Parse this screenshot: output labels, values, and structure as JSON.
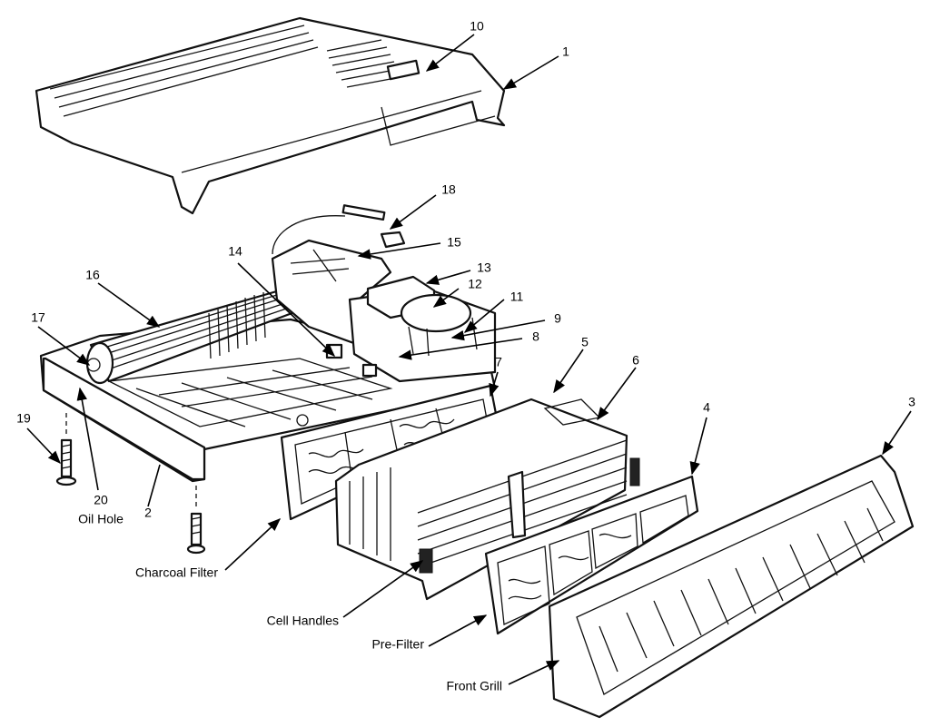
{
  "callouts": [
    {
      "id": "1",
      "label": "1"
    },
    {
      "id": "2",
      "label": "2"
    },
    {
      "id": "3",
      "label": "3"
    },
    {
      "id": "4",
      "label": "4"
    },
    {
      "id": "5",
      "label": "5"
    },
    {
      "id": "6",
      "label": "6"
    },
    {
      "id": "7",
      "label": "7"
    },
    {
      "id": "8",
      "label": "8"
    },
    {
      "id": "9",
      "label": "9"
    },
    {
      "id": "10",
      "label": "10"
    },
    {
      "id": "11",
      "label": "11"
    },
    {
      "id": "12",
      "label": "12"
    },
    {
      "id": "13",
      "label": "13"
    },
    {
      "id": "14",
      "label": "14"
    },
    {
      "id": "15",
      "label": "15"
    },
    {
      "id": "16",
      "label": "16"
    },
    {
      "id": "17",
      "label": "17"
    },
    {
      "id": "18",
      "label": "18"
    },
    {
      "id": "19",
      "label": "19"
    },
    {
      "id": "20",
      "label": "20"
    }
  ],
  "labels": {
    "oil_hole": "Oil Hole",
    "charcoal_filter": "Charcoal Filter",
    "cell_handles": "Cell Handles",
    "pre_filter": "Pre-Filter",
    "front_grill": "Front Grill"
  }
}
